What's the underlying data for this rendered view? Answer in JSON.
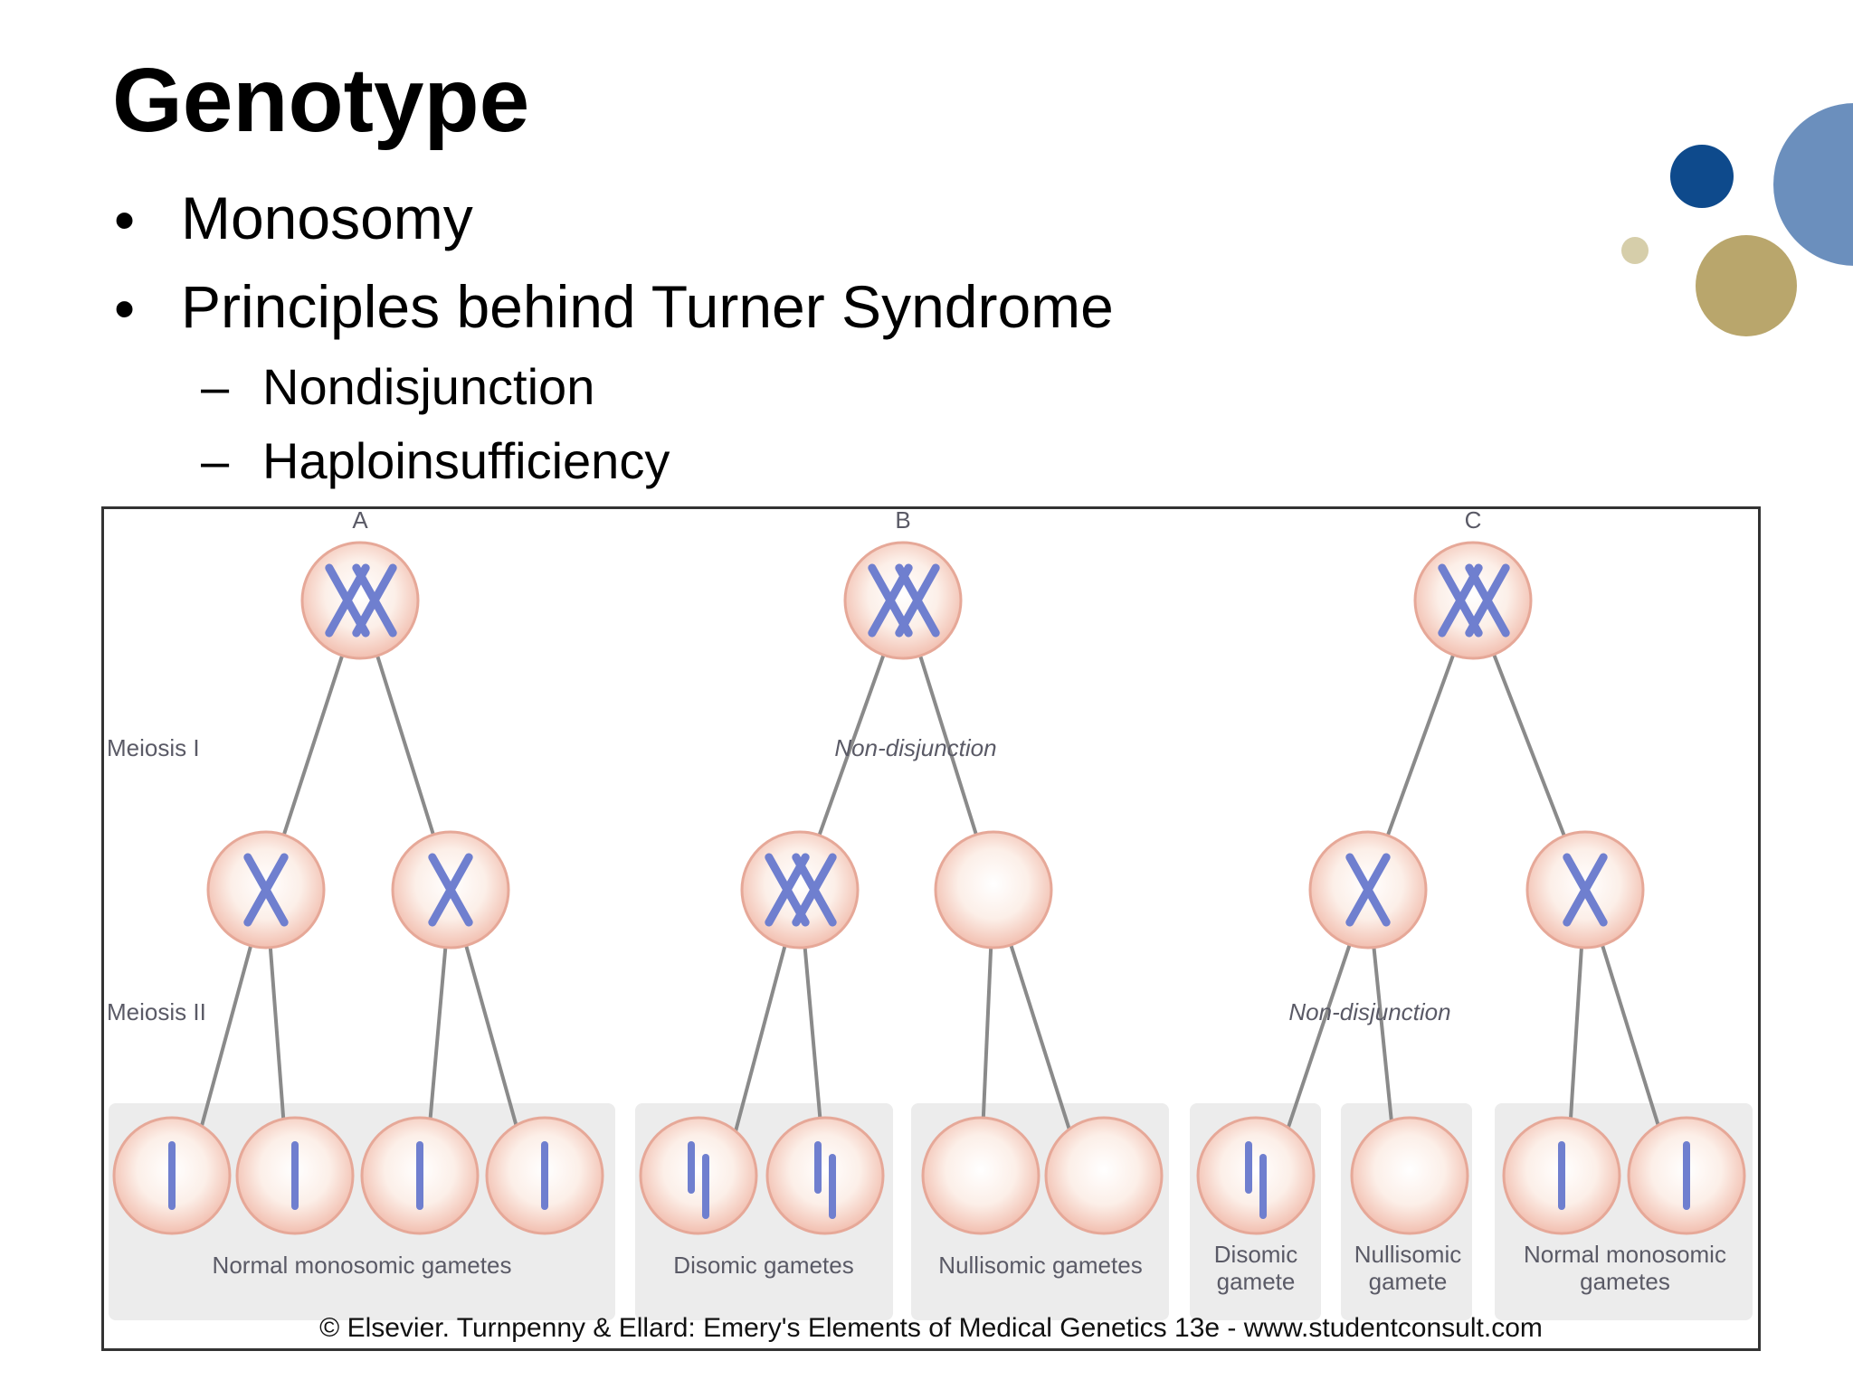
{
  "slide": {
    "title": "Genotype",
    "bullets": [
      "Monosomy",
      "Principles behind Turner Syndrome"
    ],
    "sub_bullets": [
      "Nondisjunction",
      "Haploinsufficiency"
    ],
    "bullet_mark": "•",
    "sub_mark": "–",
    "colors": {
      "dark_blue": "#0e4a8c",
      "light_blue": "#6b8fbd",
      "gold": "#b9a66c",
      "pale_gold": "#d6ceaa"
    }
  },
  "figure": {
    "panels": [
      "A",
      "B",
      "C"
    ],
    "stage_labels": {
      "meiosis1": "Meiosis I",
      "meiosis2": "Meiosis II"
    },
    "nondisjunction_label": "Non-disjunction",
    "gamete_labels": {
      "a": "Normal monosomic gametes",
      "b1": "Disomic gametes",
      "b2": "Nullisomic gametes",
      "c1": [
        "Disomic",
        "gamete"
      ],
      "c2": [
        "Nullisomic",
        "gamete"
      ],
      "c3": [
        "Normal monosomic",
        "gametes"
      ]
    },
    "caption": "© Elsevier. Turnpenny & Ellard: Emery's Elements of Medical Genetics 13e - www.studentconsult.com"
  }
}
